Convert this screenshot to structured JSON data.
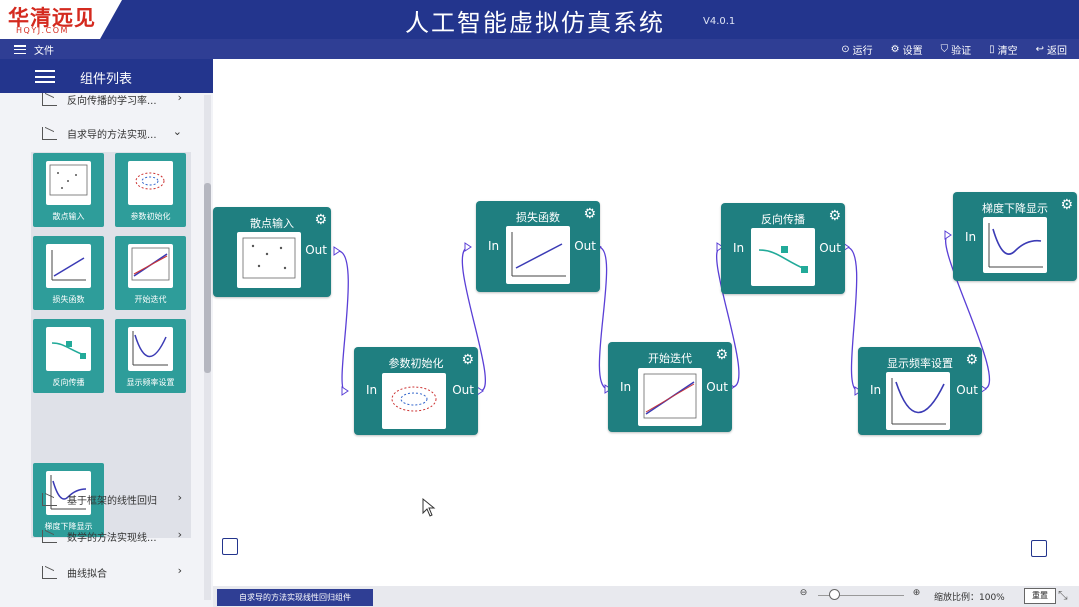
{
  "logo": {
    "main": "华清远见",
    "sub": "HQYJ.COM"
  },
  "app_title": "人工智能虚拟仿真系统",
  "version": "V4.0.1",
  "menu": {
    "file": "文件"
  },
  "actions": [
    {
      "label": "运行",
      "icon": "play-icon"
    },
    {
      "label": "设置",
      "icon": "gear-icon"
    },
    {
      "label": "验证",
      "icon": "shield-icon"
    },
    {
      "label": "清空",
      "icon": "trash-icon"
    },
    {
      "label": "返回",
      "icon": "return-icon"
    }
  ],
  "sidebar": {
    "title": "组件列表",
    "categories_top": [
      {
        "label": "反向传播的学习率..."
      },
      {
        "label": "自求导的方法实现..."
      }
    ],
    "components": [
      {
        "label": "散点输入"
      },
      {
        "label": "参数初始化"
      },
      {
        "label": "损失函数"
      },
      {
        "label": "开始迭代"
      },
      {
        "label": "反向传播"
      },
      {
        "label": "显示频率设置"
      },
      {
        "label": "梯度下降显示"
      }
    ],
    "categories_bottom": [
      {
        "label": "基于框架的线性回归"
      },
      {
        "label": "数学的方法实现线..."
      },
      {
        "label": "曲线拟合"
      }
    ]
  },
  "nodes": [
    {
      "title": "散点输入",
      "in": "",
      "out": "Out"
    },
    {
      "title": "参数初始化",
      "in": "In",
      "out": "Out"
    },
    {
      "title": "损失函数",
      "in": "In",
      "out": "Out"
    },
    {
      "title": "开始迭代",
      "in": "In",
      "out": "Out"
    },
    {
      "title": "反向传播",
      "in": "In",
      "out": "Out"
    },
    {
      "title": "显示频率设置",
      "in": "In",
      "out": "Out"
    },
    {
      "title": "梯度下降显示",
      "in": "In",
      "out": ""
    }
  ],
  "status": {
    "tab": "自求导的方法实现线性回归组件",
    "zoom_label": "缩放比例：100%",
    "reset": "重置"
  },
  "colors": {
    "header": "#23358d",
    "node": "#1f7f80",
    "card": "#2e9d9a",
    "wire": "#5a3fd6"
  }
}
